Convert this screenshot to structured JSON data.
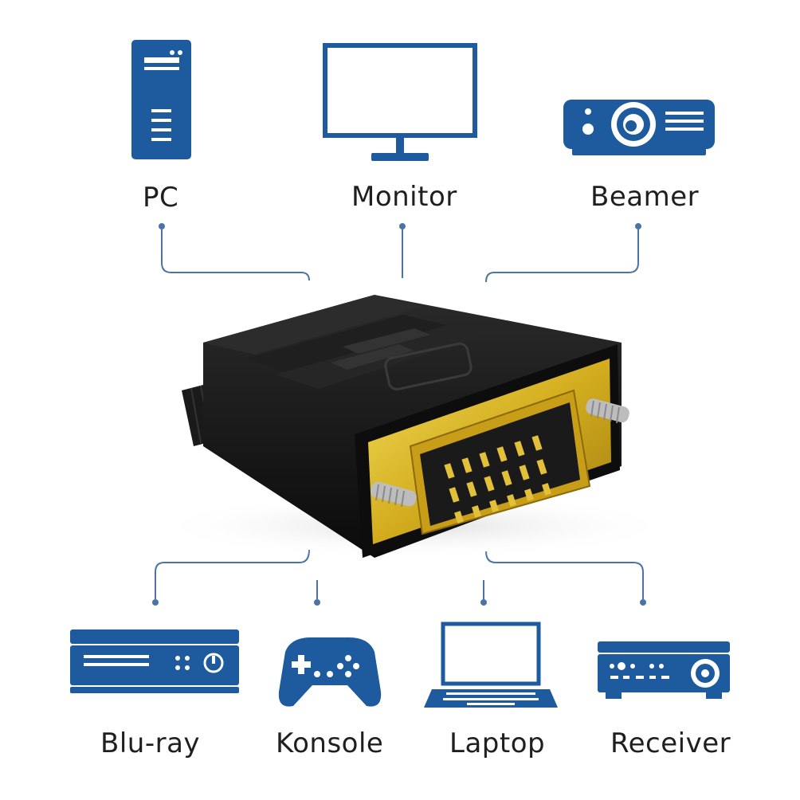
{
  "colors": {
    "icon_blue": "#1d5a9e",
    "line_blue": "#4a74a8",
    "adapter_black": "#141414",
    "gold": "#d8b628",
    "label_text": "#1f1f1f"
  },
  "devices": {
    "pc": {
      "label": "PC",
      "icon": "pc-tower-icon"
    },
    "monitor": {
      "label": "Monitor",
      "icon": "monitor-icon"
    },
    "beamer": {
      "label": "Beamer",
      "icon": "projector-icon"
    },
    "bluray": {
      "label": "Blu-ray",
      "icon": "bluray-player-icon"
    },
    "konsole": {
      "label": "Konsole",
      "icon": "gamepad-icon"
    },
    "laptop": {
      "label": "Laptop",
      "icon": "laptop-icon"
    },
    "receiver": {
      "label": "Receiver",
      "icon": "receiver-icon"
    }
  },
  "product": {
    "name": "dvi-hdmi-adapter"
  }
}
